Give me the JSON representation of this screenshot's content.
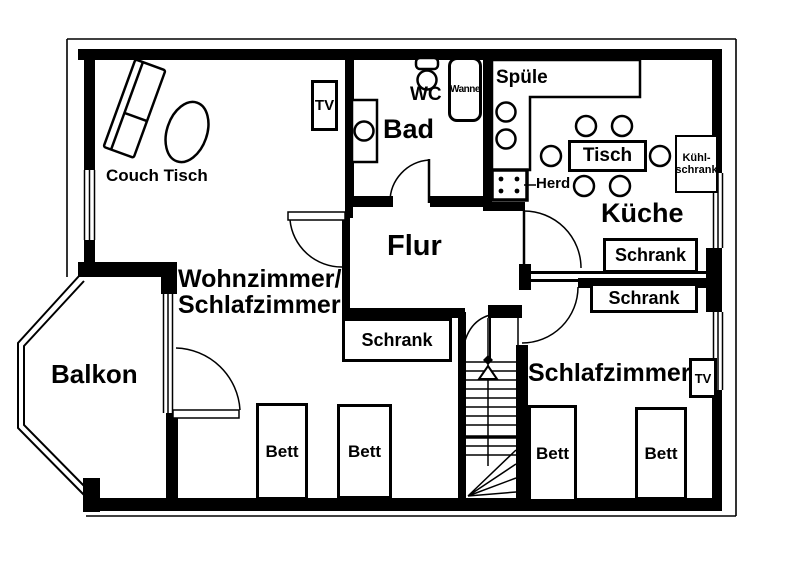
{
  "plan": {
    "title": "apartment-floor-plan",
    "rooms": {
      "wohnzimmer_line1": "Wohnzimmer/",
      "wohnzimmer_line2": "Schlafzimmer",
      "balkon": "Balkon",
      "bad": "Bad",
      "flur": "Flur",
      "kueche": "Küche",
      "schlafzimmer": "Schlafzimmer"
    },
    "furniture": {
      "couch_tisch": "Couch Tisch",
      "tv_wohnzimmer": "TV",
      "tv_schlafzimmer": "TV",
      "wc": "WC",
      "wanne": "Wanne",
      "spuele": "Spüle",
      "herd": "Herd",
      "tisch": "Tisch",
      "kuehlschrank_line1": "Kühl-",
      "kuehlschrank_line2": "schrank",
      "schrank_flur": "Schrank",
      "schrank_kueche": "Schrank",
      "schrank_schlafzimmer": "Schrank",
      "bett_1": "Bett",
      "bett_2": "Bett",
      "bett_3": "Bett",
      "bett_4": "Bett"
    },
    "colors": {
      "ink": "#000000",
      "paper": "#ffffff"
    }
  }
}
